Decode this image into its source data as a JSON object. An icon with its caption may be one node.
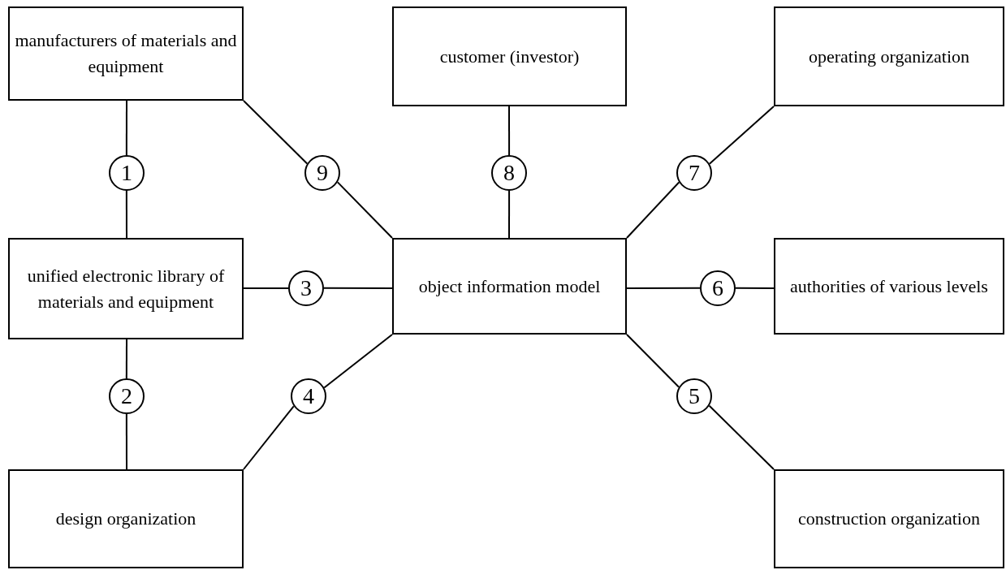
{
  "diagram": {
    "nodes": [
      {
        "text": [
          "manufacturers of materials and equipment"
        ]
      },
      {
        "text": [
          "customer (investor)"
        ]
      },
      {
        "text": [
          "operating organization"
        ]
      },
      {
        "text": [
          "1"
        ]
      },
      {
        "text": [
          "9"
        ]
      },
      {
        "text": [
          "8"
        ]
      },
      {
        "text": [
          "7"
        ]
      },
      {
        "text": [
          "unified electronic library of materials and equipment"
        ]
      },
      {
        "text": [
          "3"
        ]
      },
      {
        "text": [
          "object information model"
        ]
      },
      {
        "text": [
          "6"
        ]
      },
      {
        "text": [
          "authorities of various levels"
        ]
      },
      {
        "text": [
          "2"
        ]
      },
      {
        "text": [
          "4"
        ]
      },
      {
        "text": [
          "5"
        ]
      },
      {
        "text": [
          "design organization"
        ]
      },
      {
        "text": [
          "construction organization"
        ]
      }
    ],
    "edges": [
      {
        "from": 0,
        "to": 3,
        "arrow": "none"
      },
      {
        "from": 3,
        "to": 7,
        "arrow": "none"
      },
      {
        "from": 0,
        "to": 4,
        "arrow": "none"
      },
      {
        "from": 4,
        "to": 9,
        "arrow": "none"
      },
      {
        "from": 1,
        "to": 5,
        "arrow": "none"
      },
      {
        "from": 5,
        "to": 9,
        "arrow": "none"
      },
      {
        "from": 2,
        "to": 6,
        "arrow": "none"
      },
      {
        "from": 6,
        "to": 9,
        "arrow": "none"
      },
      {
        "from": 7,
        "to": 8,
        "arrow": "none"
      },
      {
        "from": 8,
        "to": 9,
        "arrow": "none"
      },
      {
        "from": 9,
        "to": 10,
        "arrow": "none"
      },
      {
        "from": 10,
        "to": 11,
        "arrow": "none"
      },
      {
        "from": 7,
        "to": 12,
        "arrow": "none"
      },
      {
        "from": 12,
        "to": 15,
        "arrow": "none"
      },
      {
        "from": 15,
        "to": 13,
        "arrow": "none"
      },
      {
        "from": 13,
        "to": 9,
        "arrow": "none"
      },
      {
        "from": 9,
        "to": 14,
        "arrow": "none"
      },
      {
        "from": 14,
        "to": 16,
        "arrow": "none"
      }
    ]
  }
}
